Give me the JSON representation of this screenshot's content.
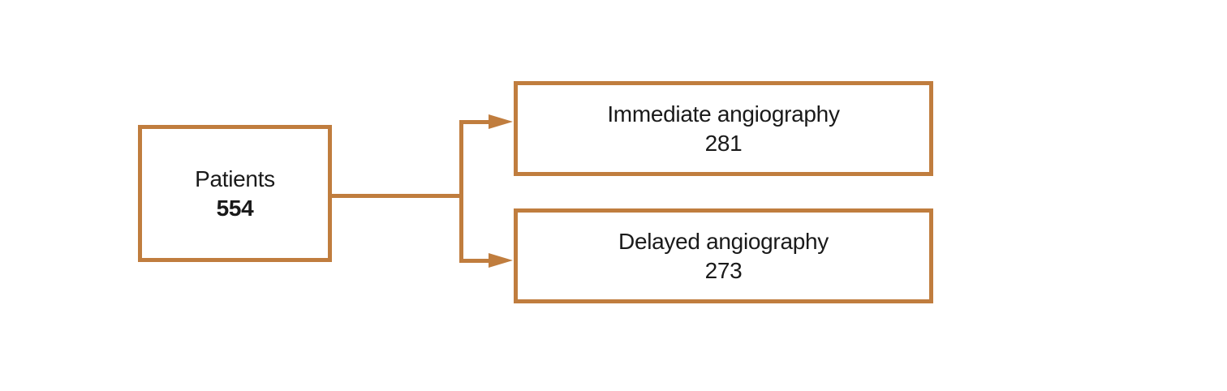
{
  "diagram": {
    "accent_color": "#C07D3E",
    "text_color": "#1a1a1a",
    "root": {
      "label": "Patients",
      "value": "554"
    },
    "branches": [
      {
        "label": "Immediate angiography",
        "value": "281"
      },
      {
        "label": "Delayed angiography",
        "value": "273"
      }
    ]
  }
}
